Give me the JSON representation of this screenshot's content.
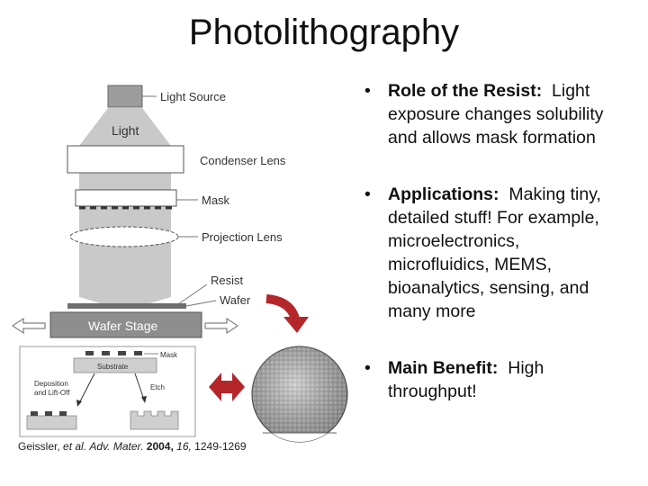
{
  "title": "Photolithography",
  "diagram": {
    "light_source": "Light Source",
    "light": "Light",
    "condenser_lens": "Condenser Lens",
    "mask": "Mask",
    "projection_lens": "Projection Lens",
    "resist": "Resist",
    "wafer": "Wafer",
    "wafer_stage": "Wafer Stage",
    "inset": {
      "mask": "Mask",
      "substrate": "Substrate",
      "deposition_line1": "Deposition",
      "deposition_line2": "and Lift-Off",
      "etch": "Etch"
    }
  },
  "bullets": [
    {
      "label": "Role of the Resist:",
      "lines": [
        "Light",
        "exposure changes solubility",
        "and allows mask formation"
      ]
    },
    {
      "label": "Applications:",
      "lines": [
        "Making tiny,",
        "detailed stuff!  For example,",
        "microelectronics,",
        "microfluidics, MEMS,",
        "bioanalytics, sensing, and",
        "many more"
      ]
    },
    {
      "label": "Main Benefit:",
      "lines": [
        "High",
        "throughput!"
      ]
    }
  ],
  "citation": {
    "authors": "Geissler,",
    "etal": "et al.",
    "journal": "Adv. Mater.",
    "year": "2004,",
    "volume": "16,",
    "pages": "1249-1269"
  },
  "colors": {
    "red_arrow": "#b5262a",
    "beam": "#c9c9c9",
    "stage": "#8e8e8e"
  },
  "icons": [
    "double-arrow-icon",
    "curved-arrow-icon",
    "wafer-photo"
  ]
}
